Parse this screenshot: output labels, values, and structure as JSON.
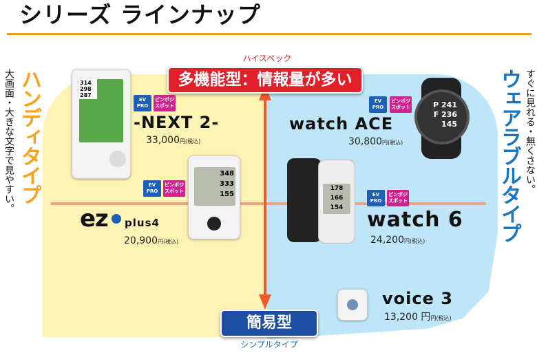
{
  "title": "シリーズ ラインナップ",
  "axis": {
    "top_label": "ハイスペック",
    "top_box": "多機能型：情報量が多い",
    "bottom_box": "簡易型",
    "bottom_label": "シンプルタイプ"
  },
  "left_type": {
    "title": "ハンディタイプ",
    "subtitle": "大画面・大きな文字で見やすい。",
    "color": "#f7a21b"
  },
  "right_type": {
    "title": "ウェアラブルタイプ",
    "subtitle": "すぐに見れる・無くさない。",
    "color": "#1576c4"
  },
  "badges": {
    "ev": "EV PRO",
    "pin": "ピンポジ スポット"
  },
  "products": [
    {
      "name": "-NEXT 2-",
      "price": "33,000",
      "unit": "円",
      "tax": "(税込)",
      "badges": true
    },
    {
      "name_main": "ez",
      "name_sub": "plus4",
      "price": "20,900",
      "unit": "円",
      "tax": "(税込)",
      "badges": true
    },
    {
      "name": "watch ACE",
      "price": "30,800",
      "unit": "円",
      "tax": "(税込)",
      "badges": true
    },
    {
      "name": "watch 6",
      "price": "24,200",
      "unit": "円",
      "tax": "(税込)",
      "badges": true
    },
    {
      "name": "voice 3",
      "price": "13,200 円",
      "unit": "円",
      "tax": "(税込)",
      "badges": false
    }
  ],
  "screens": {
    "ace": [
      "P 241",
      "F 236",
      "145"
    ],
    "w6": [
      "178",
      "166",
      "154"
    ],
    "ez": [
      "348",
      "333",
      "155"
    ],
    "next": [
      "314",
      "298",
      "287"
    ]
  },
  "colors": {
    "accent_orange": "#f39a1e",
    "red": "#e2202c",
    "blue": "#1e4ea2",
    "yellow_bg": "#fdf3b4",
    "blue_bg": "#bfe6f8"
  }
}
